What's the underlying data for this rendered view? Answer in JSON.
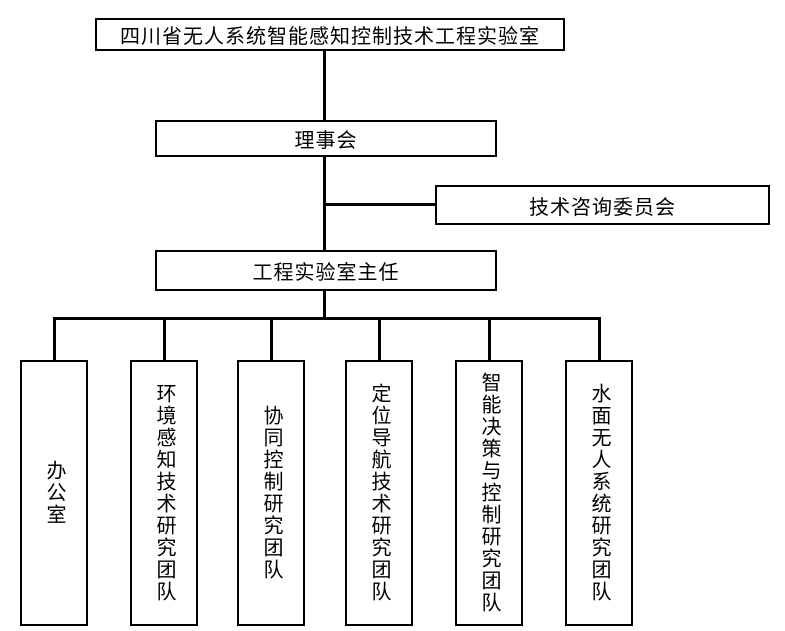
{
  "diagram": {
    "type": "org-chart",
    "nodes": {
      "root": {
        "label": "四川省无人系统智能感知控制技术工程实验室"
      },
      "council": {
        "label": "理事会"
      },
      "advisory": {
        "label": "技术咨询委员会"
      },
      "director": {
        "label": "工程实验室主任"
      },
      "teams": [
        {
          "label": "办公室"
        },
        {
          "label": "环境感知技术研究团队"
        },
        {
          "label": "协同控制研究团队"
        },
        {
          "label": "定位导航技术研究团队"
        },
        {
          "label": "智能决策与控制研究团队"
        },
        {
          "label": "水面无人系统研究团队"
        }
      ]
    },
    "colors": {
      "background": "#ffffff",
      "border": "#000000",
      "line": "#000000",
      "text": "#000000"
    }
  }
}
